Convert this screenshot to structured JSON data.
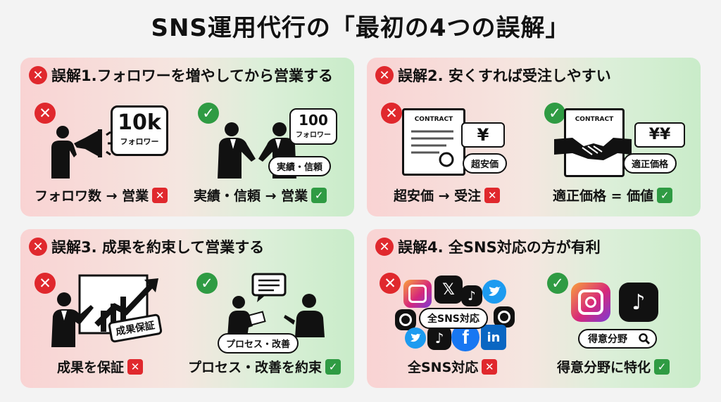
{
  "title": "SNS運用代行の「最初の4つの誤解」",
  "colors": {
    "wrong": "#e0282d",
    "right": "#2f9b43",
    "instagram": "#d6287a",
    "tiktok": "#111111",
    "twitter": "#1d9bf0",
    "facebook": "#1877f2",
    "linkedin": "#0a66c2"
  },
  "panels": [
    {
      "heading": "誤解1.フォロワーを増やしてから営業する",
      "wrong": {
        "box_value": "10k",
        "box_label": "フォロワー",
        "caption": "フォロワ数 → 営業"
      },
      "right": {
        "box_value": "100",
        "box_label": "フォロワー",
        "pill": "実績・信頼",
        "caption": "実績・信頼 → 営業"
      }
    },
    {
      "heading": "誤解2. 安くすれば受注しやすい",
      "wrong": {
        "doc_label": "CONTRACT",
        "price_tag": "¥",
        "pill": "超安価",
        "caption": "超安価 → 受注"
      },
      "right": {
        "doc_label": "CONTRACT",
        "price_tag": "¥¥",
        "pill": "適正価格",
        "caption": "適正価格 = 価値"
      }
    },
    {
      "heading": "誤解3. 成果を約束して営業する",
      "wrong": {
        "stamp": "成果保証",
        "caption": "成果を保証"
      },
      "right": {
        "pill": "プロセス・改善",
        "caption": "プロセス・改善を約束"
      }
    },
    {
      "heading": "誤解4. 全SNS対応の方が有利",
      "wrong": {
        "pill": "全SNS対応",
        "caption": "全SNS対応"
      },
      "right": {
        "search": "得意分野",
        "caption": "得意分野に特化"
      }
    }
  ],
  "icons": {
    "wrong": "✕",
    "right": "✓",
    "x_logo": "𝕏",
    "facebook": "f",
    "linkedin": "in",
    "tiktok": "♪"
  }
}
